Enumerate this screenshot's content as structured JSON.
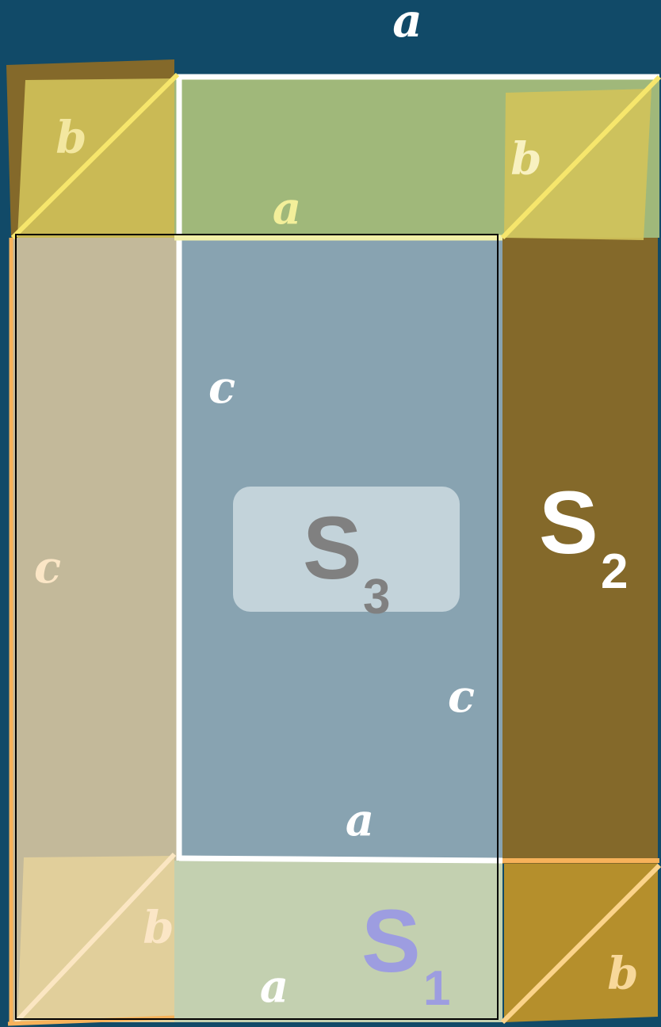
{
  "labels": {
    "top_a": "a",
    "b_top_left": "b",
    "b_top_right": "b",
    "a_upper": "a",
    "c_inner_upper": "c",
    "c_left_strip": "c",
    "c_inner_lower": "c",
    "a_inner_bottom": "a",
    "b_bottom_left": "b",
    "a_bottom": "a",
    "b_bottom_right": "b"
  },
  "regions": {
    "s1": {
      "letter": "S",
      "subscript": "1"
    },
    "s2": {
      "letter": "S",
      "subscript": "2"
    },
    "s3": {
      "letter": "S",
      "subscript": "3"
    }
  },
  "colors": {
    "background": "#114a68",
    "top_band": "#a0b87a",
    "left_strip": "#c3b99a",
    "center_rect": "#88a3b1",
    "right_strip": "#84692a",
    "bottom_band": "#c3d0b0",
    "square_yellow": "#d2c35a",
    "square_olive": "#84692a",
    "square_tan": "#e1cf9b",
    "square_gold": "#b58f2c",
    "s1_color": "#9d9de0",
    "s2_color": "#ffffff",
    "s3_color": "#808080",
    "s3_box": "#c3d3da"
  }
}
